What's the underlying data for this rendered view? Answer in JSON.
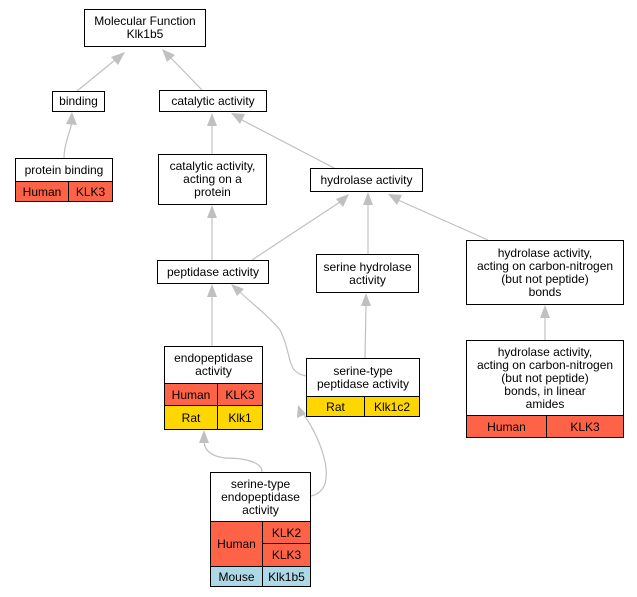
{
  "colors": {
    "human": "#FF6347",
    "rat": "#FFD700",
    "mouse": "#ADD8E6",
    "edge": "#C0C0C0"
  },
  "nodes": {
    "root": "Molecular Function\nKlk1b5",
    "binding": "binding",
    "catalytic": "catalytic activity",
    "protein_binding": {
      "title": "protein binding",
      "rows": [
        {
          "species": "Human",
          "gene": "KLK3"
        }
      ]
    },
    "catalytic_protein": "catalytic activity,\nacting on a\nprotein",
    "hydrolase": "hydrolase activity",
    "peptidase": "peptidase activity",
    "serine_hydrolase": "serine hydrolase\nactivity",
    "hydrolase_cn": "hydrolase activity,\nacting on carbon-nitrogen\n(but not peptide)\nbonds",
    "endopeptidase": {
      "title": "endopeptidase\nactivity",
      "rows": [
        {
          "species": "Human",
          "gene": "KLK3"
        },
        {
          "species": "Rat",
          "gene": "Klk1"
        }
      ]
    },
    "serine_peptidase": {
      "title": "serine-type\npeptidase activity",
      "rows": [
        {
          "species": "Rat",
          "gene": "Klk1c2"
        }
      ]
    },
    "hydrolase_cn_linear": {
      "title": "hydrolase activity,\nacting on carbon-nitrogen\n(but not peptide)\nbonds, in linear\namides",
      "rows": [
        {
          "species": "Human",
          "gene": "KLK3"
        }
      ]
    },
    "serine_endopeptidase": {
      "title": "serine-type\nendopeptidase\nactivity",
      "species_human": "Human",
      "genes_human": [
        "KLK2",
        "KLK3"
      ],
      "rows_mouse": {
        "species": "Mouse",
        "gene": "Klk1b5"
      }
    }
  }
}
